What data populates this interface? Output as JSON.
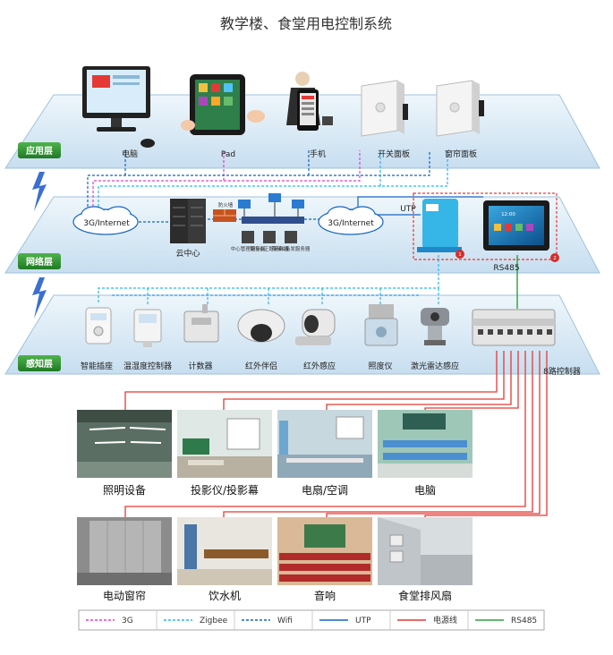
{
  "title": "教学楼、食堂用电控制系统",
  "layers": [
    {
      "id": "app",
      "label": "应用层"
    },
    {
      "id": "net",
      "label": "网络层"
    },
    {
      "id": "sense",
      "label": "感知层"
    }
  ],
  "app_devices": [
    "电脑",
    "Pad",
    "手机",
    "开关面板",
    "窗帘面板"
  ],
  "net": {
    "cloud_left": "3G/Internet",
    "cloud_right": "3G/Internet",
    "cloud_center": "云中心",
    "firewall": "防火墙",
    "servers": [
      "中心管理服务器",
      "路径&正题服务器",
      "存储&备发服务器"
    ],
    "utp": "UTP",
    "rs485": "RS485",
    "badge1": "1",
    "badge2": "2",
    "touch_time": "12:00"
  },
  "sense_devices": [
    "智能插座",
    "温湿度控制器",
    "计数器",
    "红外伴侣",
    "红外感应",
    "照度仪",
    "激光雷达感应",
    "8路控制器"
  ],
  "rooms": [
    "照明设备",
    "投影仪/投影幕",
    "电扇/空调",
    "电脑",
    "电动窗帘",
    "饮水机",
    "音响",
    "食堂排风扇"
  ],
  "legend": [
    {
      "name": "3G",
      "color": "#e040c8",
      "dash": "3,2"
    },
    {
      "name": "Zigbee",
      "color": "#29b6f6",
      "dash": "3,2"
    },
    {
      "name": "Wifi",
      "color": "#1565c0",
      "dash": "3,2"
    },
    {
      "name": "UTP",
      "color": "#1565c0",
      "dash": ""
    },
    {
      "name": "电源线",
      "color": "#e53935",
      "dash": ""
    },
    {
      "name": "RS485",
      "color": "#2e9e3e",
      "dash": ""
    }
  ]
}
